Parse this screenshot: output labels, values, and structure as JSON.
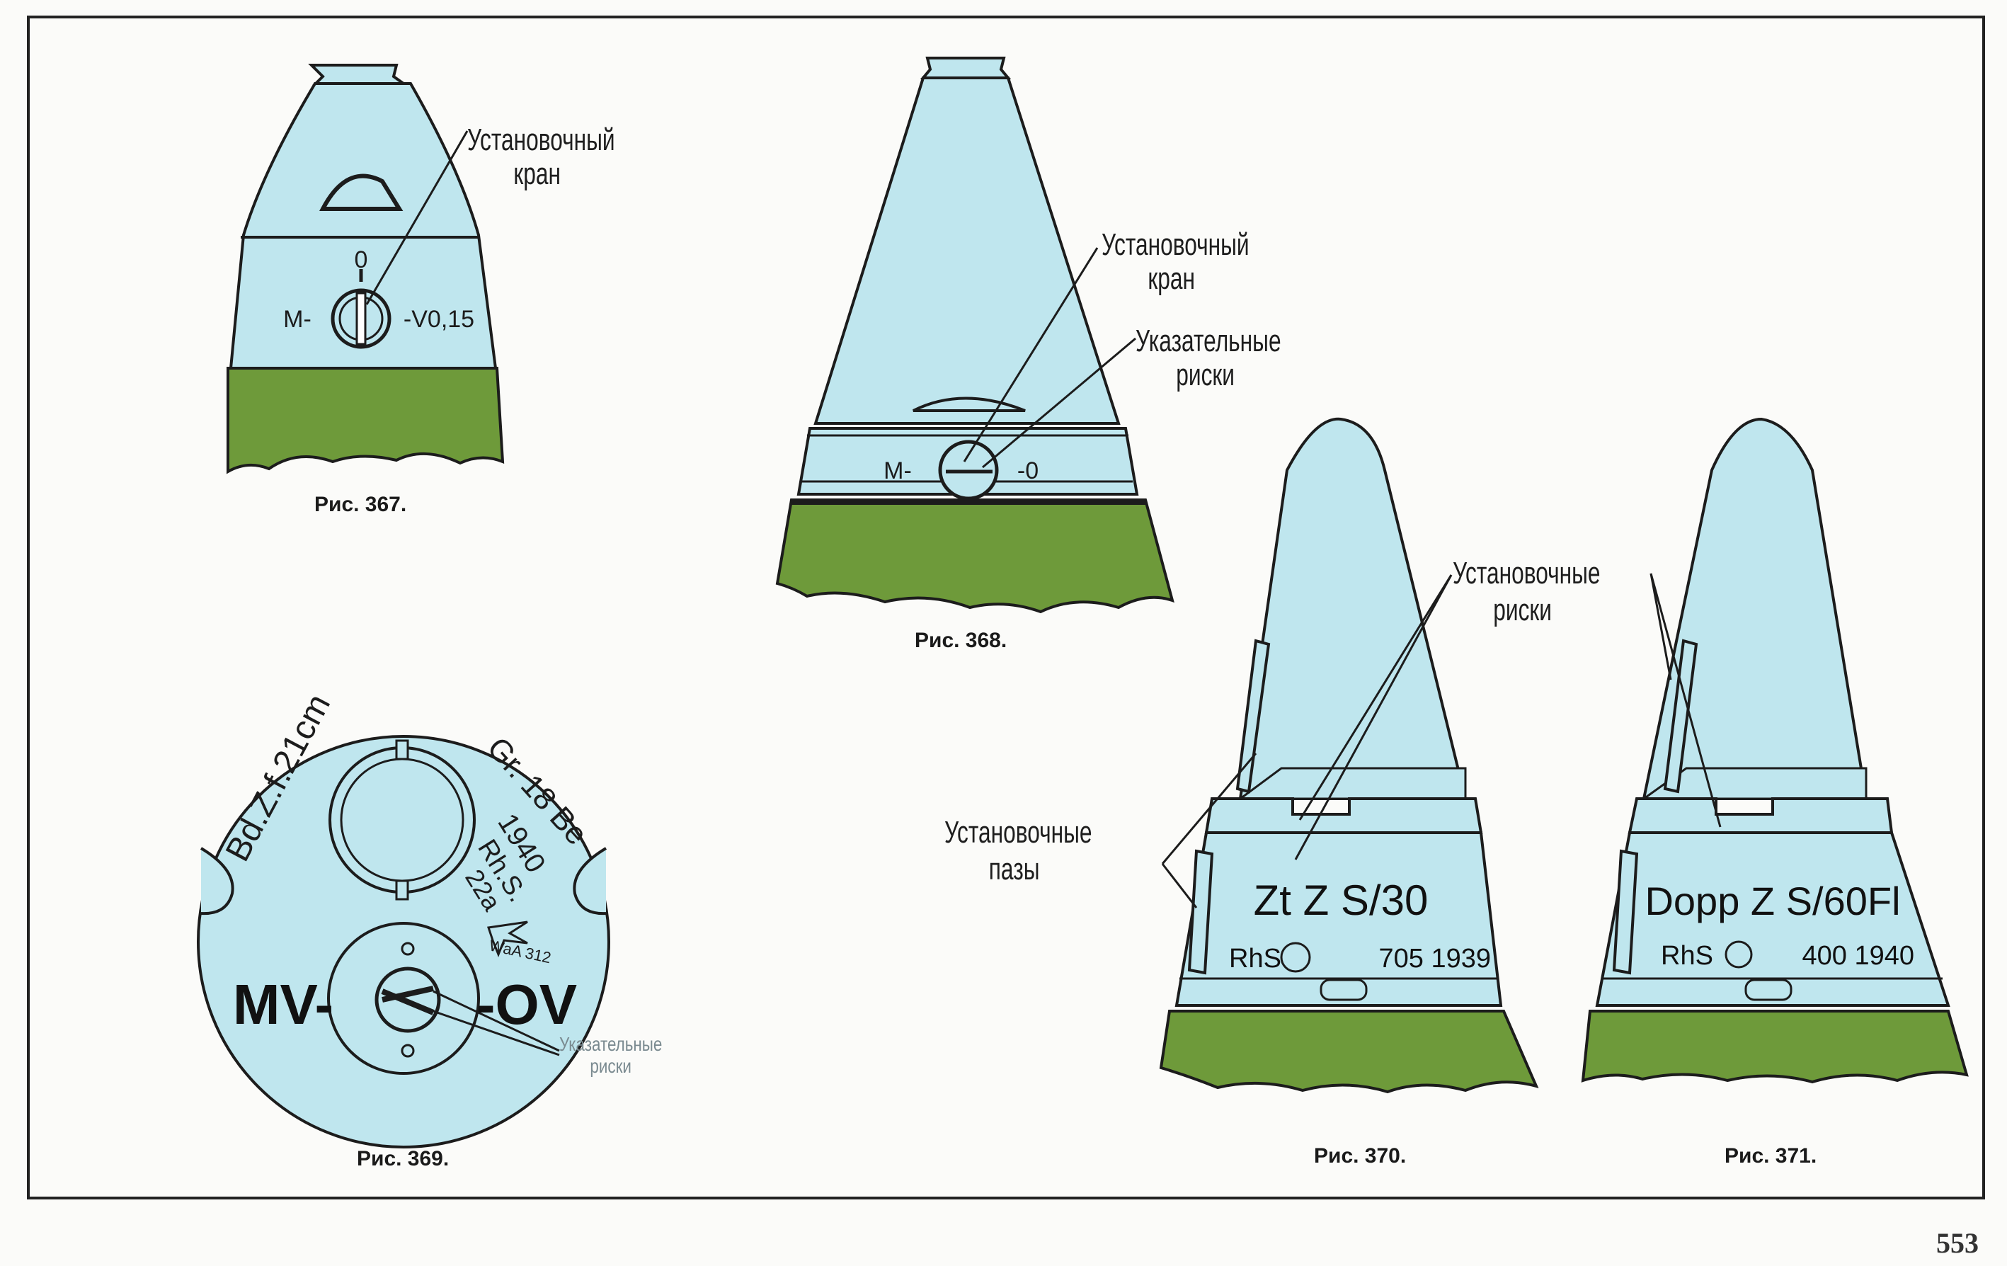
{
  "colors": {
    "body": "#bfe6ee",
    "body_dark": "#a9d6e0",
    "base": "#6e9a3a",
    "outline": "#1c1c1c",
    "frame": "#222222"
  },
  "figures": {
    "fig367": {
      "caption": "Рис. 367.",
      "callout": [
        "Установочный",
        "кран"
      ],
      "marks": {
        "top": "0",
        "left": "М-",
        "right": "-V0,15"
      }
    },
    "fig368": {
      "caption": "Рис. 368.",
      "callout1": [
        "Установочный",
        "кран"
      ],
      "callout2": [
        "Указательные",
        "риски"
      ],
      "marks": {
        "left": "М-",
        "right": "-0"
      }
    },
    "fig369": {
      "caption": "Рис. 369.",
      "stamp_left": "Bd.Z.f.21cm",
      "stamp_right": [
        "Gr. 18 Be",
        "1940",
        "Rh.S.",
        "22a"
      ],
      "waa": "WaA 312",
      "left_mark": "MV-",
      "right_mark": "-OV",
      "callout": [
        "Указательные",
        "риски"
      ]
    },
    "fig370": {
      "caption": "Рис. 370.",
      "model": "Zt Z S/30",
      "maker": "RhS",
      "number": "705 1939"
    },
    "fig371": {
      "caption": "Рис. 371.",
      "model": "Dopp Z S/60Fl",
      "maker": "RhS",
      "number": "400 1940"
    },
    "shared": {
      "callout_risks": [
        "Установочные",
        "риски"
      ],
      "callout_slots": [
        "Установочные",
        "пазы"
      ]
    }
  },
  "page_number": "553"
}
